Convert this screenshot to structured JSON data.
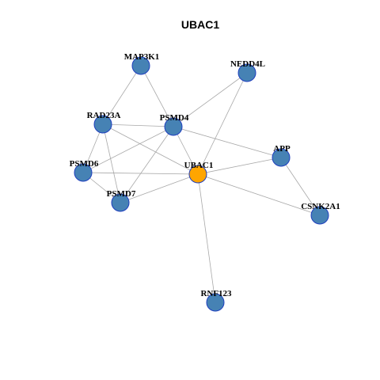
{
  "title": "UBAC1",
  "colors": {
    "node_default": "#4682b4",
    "node_focus": "#ffa500",
    "node_border": "#1f3fbf",
    "edge": "#a8a8a8",
    "background": "#ffffff"
  },
  "nodes": [
    {
      "id": "MAP3K1",
      "label": "MAP3K1",
      "focus": false
    },
    {
      "id": "NEDD4L",
      "label": "NEDD4L",
      "focus": false
    },
    {
      "id": "RAD23A",
      "label": "RAD23A",
      "focus": false
    },
    {
      "id": "PSMD4",
      "label": "PSMD4",
      "focus": false
    },
    {
      "id": "APP",
      "label": "APP",
      "focus": false
    },
    {
      "id": "PSMD6",
      "label": "PSMD6",
      "focus": false
    },
    {
      "id": "UBAC1",
      "label": "UBAC1",
      "focus": true
    },
    {
      "id": "PSMD7",
      "label": "PSMD7",
      "focus": false
    },
    {
      "id": "CSNK2A1",
      "label": "CSNK2A1",
      "focus": false
    },
    {
      "id": "RNF123",
      "label": "RNF123",
      "focus": false
    }
  ],
  "edges": [
    [
      "MAP3K1",
      "RAD23A"
    ],
    [
      "MAP3K1",
      "PSMD4"
    ],
    [
      "NEDD4L",
      "PSMD4"
    ],
    [
      "NEDD4L",
      "UBAC1"
    ],
    [
      "RAD23A",
      "PSMD4"
    ],
    [
      "RAD23A",
      "PSMD6"
    ],
    [
      "RAD23A",
      "PSMD7"
    ],
    [
      "RAD23A",
      "UBAC1"
    ],
    [
      "PSMD4",
      "PSMD6"
    ],
    [
      "PSMD4",
      "PSMD7"
    ],
    [
      "PSMD4",
      "UBAC1"
    ],
    [
      "PSMD4",
      "APP"
    ],
    [
      "PSMD6",
      "PSMD7"
    ],
    [
      "PSMD6",
      "UBAC1"
    ],
    [
      "PSMD7",
      "UBAC1"
    ],
    [
      "UBAC1",
      "APP"
    ],
    [
      "UBAC1",
      "CSNK2A1"
    ],
    [
      "UBAC1",
      "RNF123"
    ],
    [
      "APP",
      "CSNK2A1"
    ]
  ]
}
